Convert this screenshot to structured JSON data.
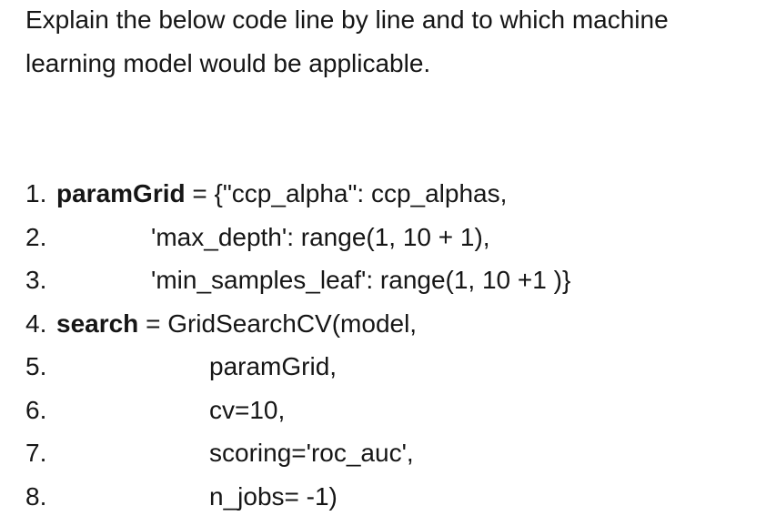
{
  "colors": {
    "background": "#ffffff",
    "text": "#161616"
  },
  "question": {
    "line1": "Explain the below code line by line and to which machine",
    "line2": "learning model would be applicable."
  },
  "code_lines": [
    {
      "num": "1.",
      "bold": "paramGrid",
      "text": " = {\"ccp_alpha\": ccp_alphas,"
    },
    {
      "num": "2.",
      "text": "'max_depth': range(1, 10 + 1),"
    },
    {
      "num": "3.",
      "text": "'min_samples_leaf': range(1, 10 +1 )}"
    },
    {
      "num": "4.",
      "bold": "search",
      "text": " = GridSearchCV(model,"
    },
    {
      "num": "5.",
      "text": "paramGrid,"
    },
    {
      "num": "6.",
      "text": "cv=10,"
    },
    {
      "num": "7.",
      "text": "scoring='roc_auc',"
    },
    {
      "num": "8.",
      "text": "n_jobs= -1)"
    }
  ]
}
